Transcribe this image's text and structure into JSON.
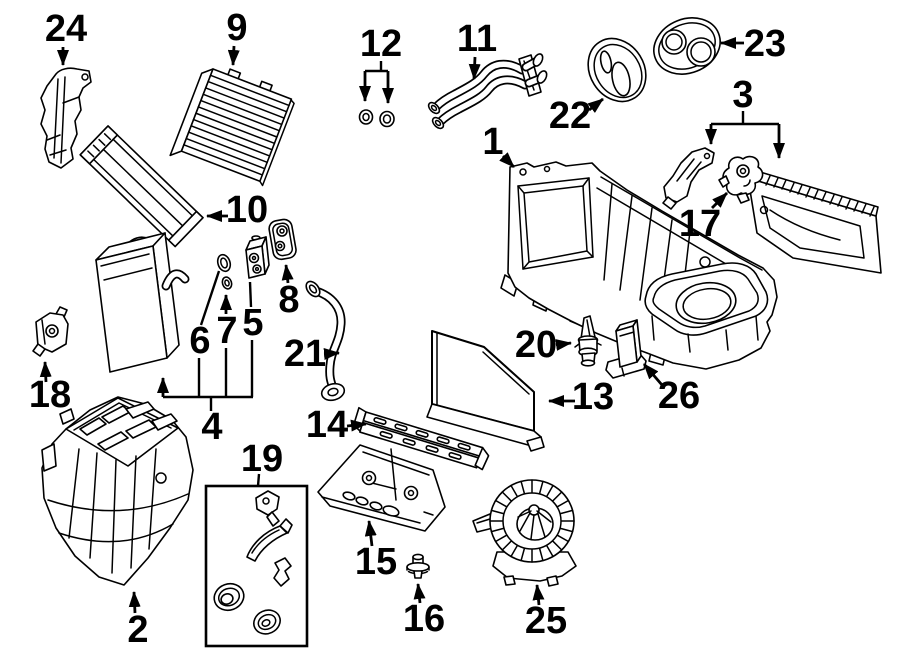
{
  "diagram": {
    "background": "#ffffff",
    "line_color": "#000000",
    "label_color": "#000000"
  },
  "callouts": {
    "c1": "1",
    "c2": "2",
    "c3": "3",
    "c4": "4",
    "c5": "5",
    "c6": "6",
    "c7": "7",
    "c8": "8",
    "c9": "9",
    "c10": "10",
    "c11": "11",
    "c12": "12",
    "c13": "13",
    "c14": "14",
    "c15": "15",
    "c16": "16",
    "c17": "17",
    "c18": "18",
    "c19": "19",
    "c20": "20",
    "c21": "21",
    "c22": "22",
    "c23": "23",
    "c24": "24",
    "c25": "25",
    "c26": "26"
  }
}
